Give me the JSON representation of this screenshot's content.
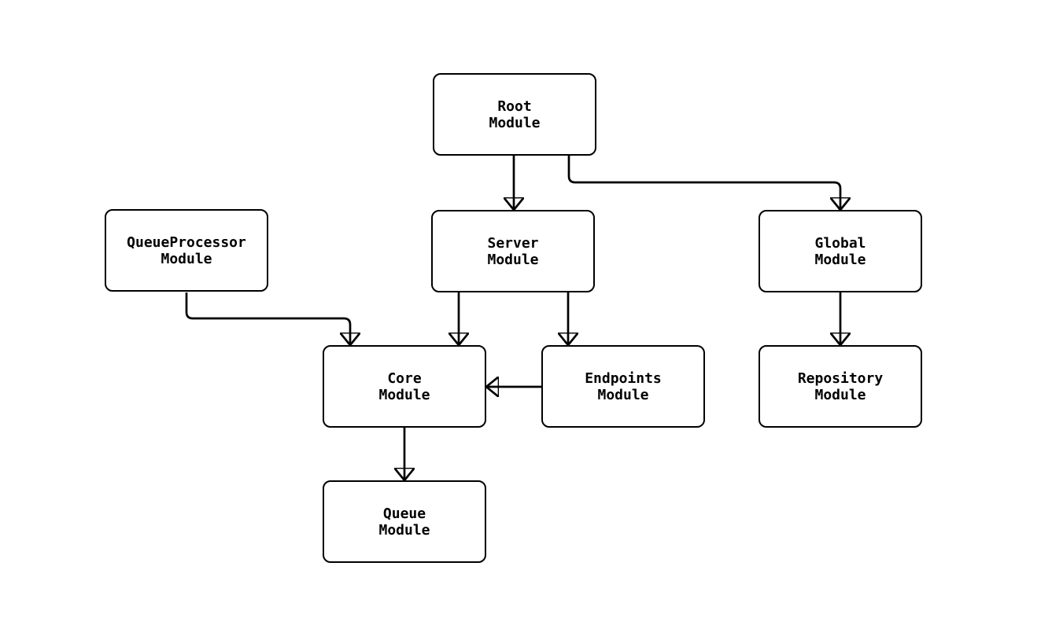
{
  "diagram": {
    "type": "flowchart",
    "colors": {
      "background": "#ffffff",
      "node_fill": "#ffffff",
      "node_border": "#000000",
      "edge": "#000000",
      "text": "#000000"
    },
    "nodes": [
      {
        "id": "root",
        "line1": "Root",
        "line2": "Module"
      },
      {
        "id": "queueprocessor",
        "line1": "QueueProcessor",
        "line2": "Module"
      },
      {
        "id": "server",
        "line1": "Server",
        "line2": "Module"
      },
      {
        "id": "global",
        "line1": "Global",
        "line2": "Module"
      },
      {
        "id": "core",
        "line1": "Core",
        "line2": "Module"
      },
      {
        "id": "endpoints",
        "line1": "Endpoints",
        "line2": "Module"
      },
      {
        "id": "repository",
        "line1": "Repository",
        "line2": "Module"
      },
      {
        "id": "queue",
        "line1": "Queue",
        "line2": "Module"
      }
    ],
    "edges": [
      {
        "from": "root",
        "to": "server"
      },
      {
        "from": "root",
        "to": "global"
      },
      {
        "from": "queueprocessor",
        "to": "core"
      },
      {
        "from": "server",
        "to": "core"
      },
      {
        "from": "server",
        "to": "endpoints"
      },
      {
        "from": "endpoints",
        "to": "core"
      },
      {
        "from": "global",
        "to": "repository"
      },
      {
        "from": "core",
        "to": "queue"
      }
    ]
  }
}
